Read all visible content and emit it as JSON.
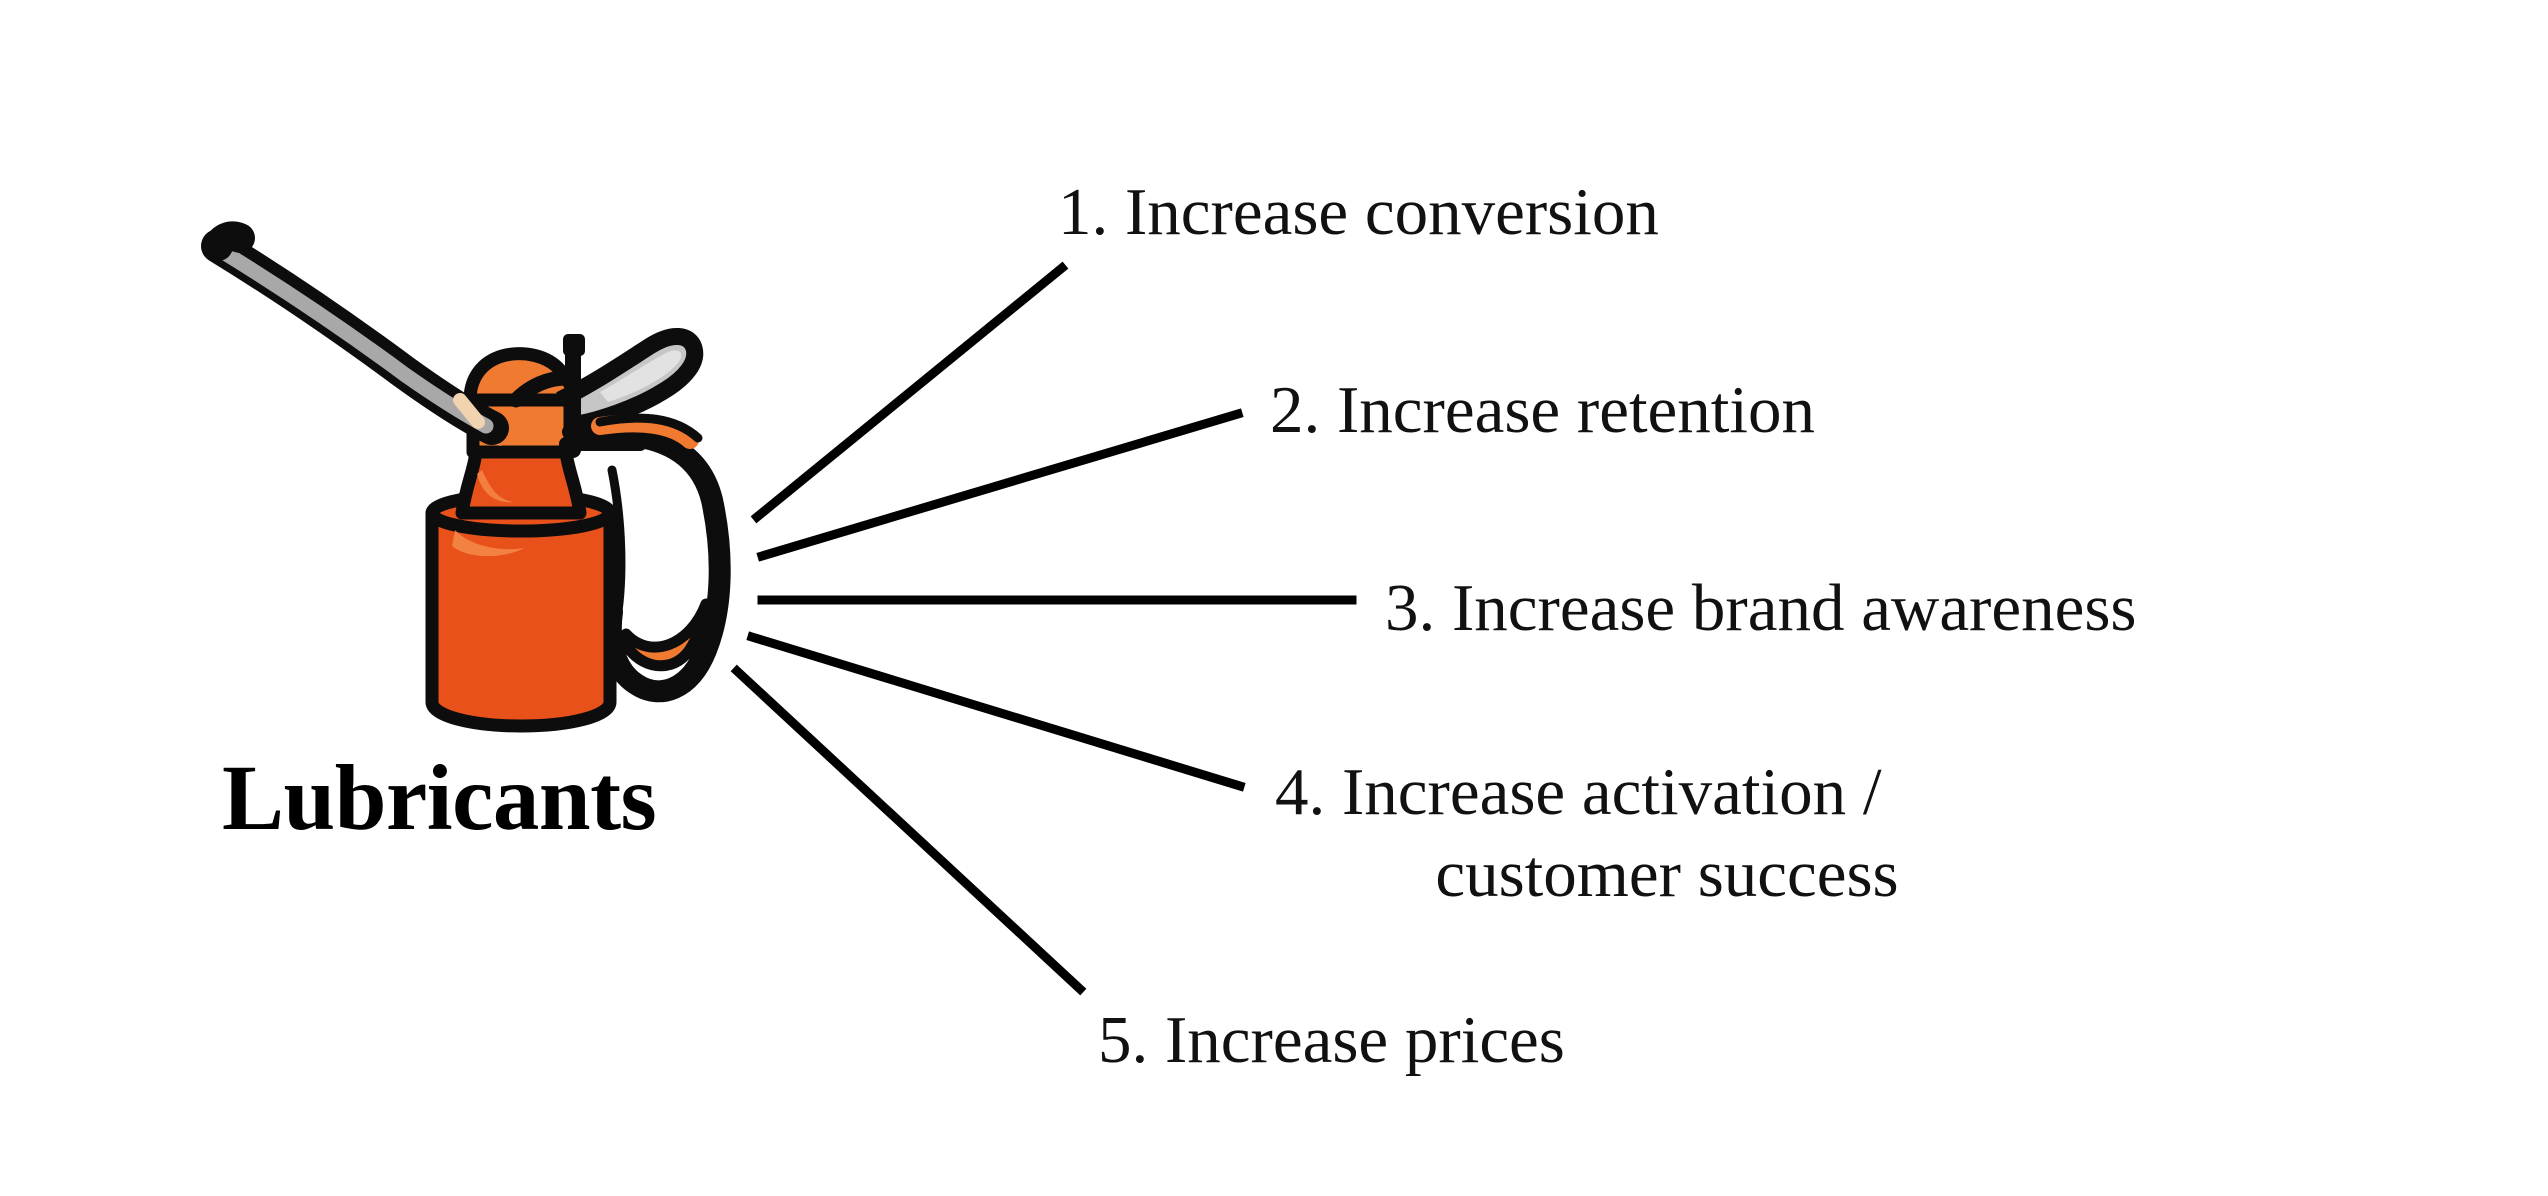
{
  "diagram": {
    "type": "fan-out-list",
    "background_color": "#ffffff",
    "root": {
      "label": "Lubricants",
      "icon": "oil-can-icon",
      "icon_colors": {
        "body_orange": "#E8521A",
        "collar_orange": "#F07A30",
        "highlight_orange": "#F2843C",
        "spout_gray": "#A8A8A8",
        "lever_gray": "#C6C6C6",
        "outline": "#0D0D0D"
      }
    },
    "connector_color": "#000000",
    "connector_width": 9,
    "items": [
      {
        "number": "1.",
        "text": "Increase conversion",
        "lines": [
          "1.  Increase conversion"
        ]
      },
      {
        "number": "2.",
        "text": "Increase retention",
        "lines": [
          "2. Increase retention"
        ]
      },
      {
        "number": "3.",
        "text": "Increase brand awareness",
        "lines": [
          "3. Increase brand awareness"
        ]
      },
      {
        "number": "4.",
        "text": "Increase activation / customer success",
        "lines": [
          "4. Increase activation /",
          "customer success"
        ]
      },
      {
        "number": "5.",
        "text": "Increase prices",
        "lines": [
          "5. Increase prices"
        ]
      }
    ]
  }
}
